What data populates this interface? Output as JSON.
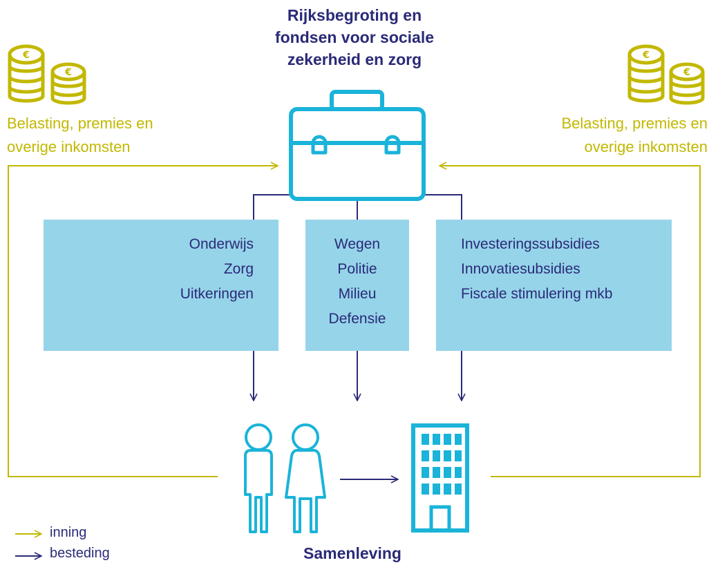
{
  "title": {
    "line1": "Rijksbegroting en",
    "line2": "fondsen voor sociale",
    "line3": "zekerheid en zorg"
  },
  "income_left": {
    "line1": "Belasting, premies en",
    "line2": "overige inkomsten"
  },
  "income_right": {
    "line1": "Belasting, premies en",
    "line2": "overige inkomsten"
  },
  "boxes": [
    {
      "items": [
        "Onderwijs",
        "Zorg",
        "Uitkeringen"
      ]
    },
    {
      "items": [
        "Wegen",
        "Politie",
        "Milieu",
        "Defensie"
      ]
    },
    {
      "items": [
        "Investeringssubsidies",
        "Innovatiesubsidies",
        "Fiscale stimulering mkb"
      ]
    }
  ],
  "footer": "Samenleving",
  "legend": [
    {
      "label": "inning",
      "color": "#c2b800"
    },
    {
      "label": "besteding",
      "color": "#2a2a78"
    }
  ],
  "colors": {
    "gold": "#c2b800",
    "navy": "#2a2a78",
    "cyan": "#1ab3d9",
    "box": "#96d4e9"
  },
  "coin_symbol": "€"
}
